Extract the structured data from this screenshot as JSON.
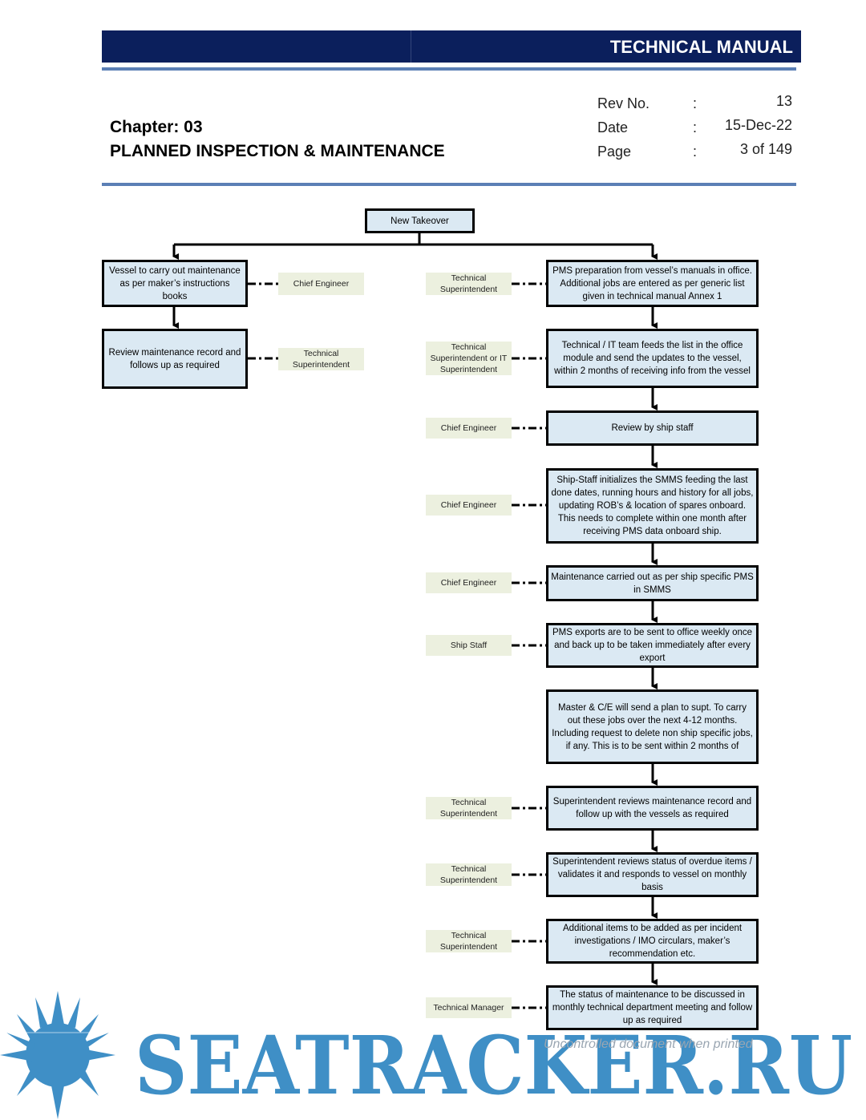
{
  "header": {
    "manual_title": "TECHNICAL MANUAL",
    "chapter": "Chapter: 03",
    "chapter_title": "PLANNED INSPECTION & MAINTENANCE",
    "rev_label": "Rev No.",
    "rev_value": "13",
    "date_label": "Date",
    "date_value": "15-Dec-22",
    "page_label": "Page",
    "page_value": "3 of 149",
    "sep": ":"
  },
  "flow": {
    "top": "New Takeover",
    "left": [
      {
        "text": "Vessel to carry out maintenance as per maker’s instructions books",
        "role": "Chief Engineer"
      },
      {
        "text": "Review maintenance record and follows up as required",
        "role": "Technical Superintendent"
      }
    ],
    "right": [
      {
        "text": "PMS preparation from vessel’s manuals in office. Additional jobs are entered as per generic list given in technical manual Annex 1",
        "role": "Technical Superintendent"
      },
      {
        "text": "Technical / IT team feeds the list in the office module and send the updates to the vessel, within 2 months of receiving info from the vessel",
        "role": "Technical Superintendent or IT Superintendent"
      },
      {
        "text": "Review by ship staff",
        "role": "Chief Engineer"
      },
      {
        "text": "Ship-Staff initializes the SMMS feeding the last done dates, running hours and history for all jobs, updating ROB’s & location of spares onboard. This needs to complete within one month after receiving PMS data onboard ship.",
        "role": "Chief Engineer"
      },
      {
        "text": "Maintenance carried out as per ship specific PMS in SMMS",
        "role": "Chief Engineer"
      },
      {
        "text": "PMS exports are to be sent to office weekly once and back up to be taken immediately after every export",
        "role": "Ship Staff"
      },
      {
        "text": "Master & C/E will send a plan to supt. To carry out these jobs over the next 4-12 months. Including request to delete non ship specific jobs, if any. This is to be sent within 2 months of",
        "role": ""
      },
      {
        "text": "Superintendent reviews maintenance record and follow up with the vessels as required",
        "role": "Technical Superintendent"
      },
      {
        "text": "Superintendent reviews status of overdue items / validates it and responds to vessel on monthly basis",
        "role": "Technical Superintendent"
      },
      {
        "text": "Additional items to be added as per incident investigations / IMO circulars, maker’s recommendation etc.",
        "role": "Technical Superintendent"
      },
      {
        "text": "The status of maintenance to be discussed in monthly technical department meeting and follow up as required",
        "role": "Technical Manager"
      }
    ]
  },
  "watermark": {
    "logo_text": "SEATRACKER.RU",
    "footer_note": "Uncontrolled document when printed",
    "color": "#3f8fc6"
  }
}
